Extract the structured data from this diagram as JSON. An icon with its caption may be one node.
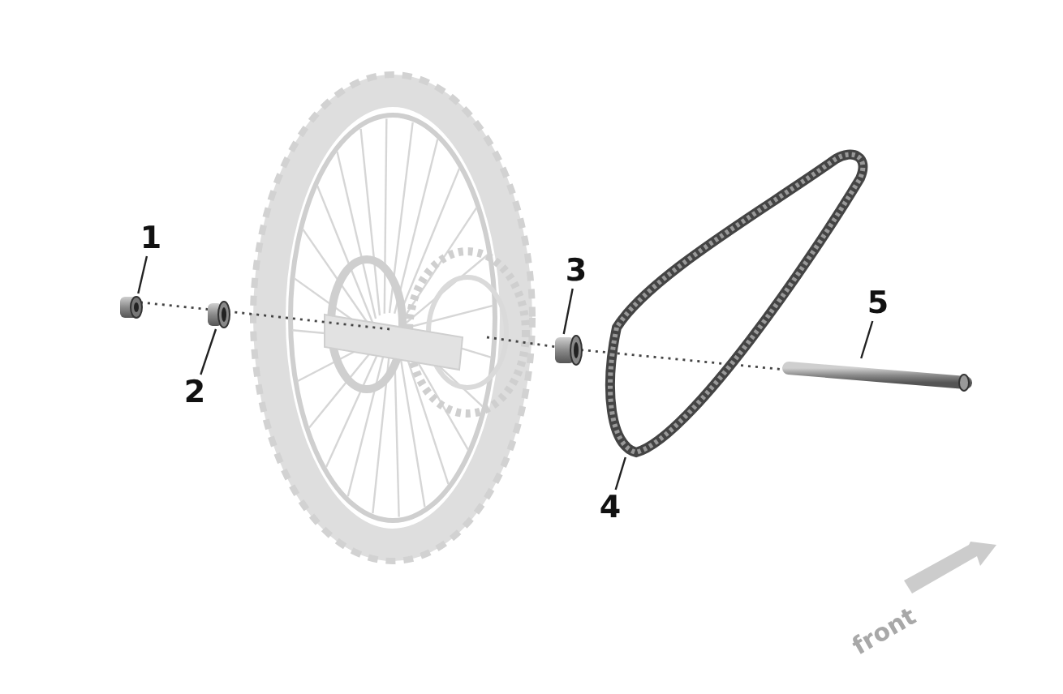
{
  "diagram": {
    "nodes": [
      {
        "text": [
          "1"
        ]
      },
      {
        "text": [],
        "shape": "picture"
      },
      {
        "text": [
          "2"
        ]
      },
      {
        "text": [],
        "shape": "picture"
      },
      {
        "text": [
          "3"
        ]
      },
      {
        "text": [],
        "shape": "picture"
      },
      {
        "text": [
          "4"
        ]
      },
      {
        "text": [],
        "shape": "picture"
      },
      {
        "text": [
          "5"
        ]
      },
      {
        "text": [],
        "shape": "picture"
      }
    ],
    "edges": [
      {
        "from": 0,
        "to": 1,
        "arrow": "none"
      },
      {
        "from": 2,
        "to": 3,
        "arrow": "none"
      },
      {
        "from": 4,
        "to": 5,
        "arrow": "none"
      },
      {
        "from": 6,
        "to": 7,
        "arrow": "none"
      },
      {
        "from": 8,
        "to": 9,
        "arrow": "none"
      }
    ],
    "labels": [
      "front"
    ]
  }
}
